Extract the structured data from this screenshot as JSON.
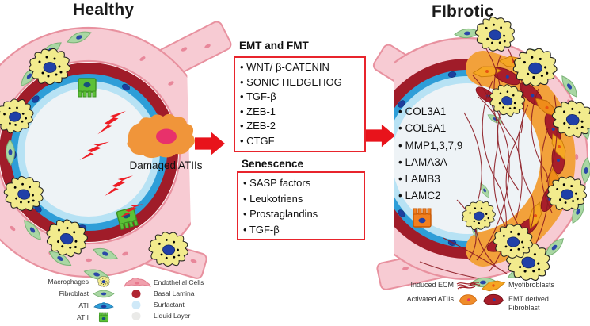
{
  "titles": {
    "healthy": "Healthy",
    "fibrotic": "FIbrotic"
  },
  "damaged_atii_label": "Damaged ATIIs",
  "boxes": {
    "emt": {
      "title": "EMT and FMT",
      "items": [
        "WNT/ β-CATENIN",
        "SONIC HEDGEHOG",
        "TGF-β",
        "ZEB-1",
        "ZEB-2",
        "CTGF"
      ]
    },
    "senescence": {
      "title": "Senescence",
      "items": [
        "SASP factors",
        "Leukotriens",
        "Prostaglandins",
        "TGF-β"
      ]
    }
  },
  "fibrotic_markers": {
    "items": [
      "COL3A1",
      "COL6A1",
      "MMP1,3,7,9",
      "LAMA3A",
      "LAMB3",
      "LAMC2"
    ]
  },
  "legend_left": {
    "items": [
      {
        "label": "Macrophages",
        "icon": "macrophage-icon"
      },
      {
        "label": "Fibroblast",
        "icon": "fibroblast-icon"
      },
      {
        "label": "ATI",
        "icon": "ati-icon"
      },
      {
        "label": "ATII",
        "icon": "atii-icon"
      }
    ]
  },
  "legend_middle": {
    "items": [
      {
        "label": "Endothelial Cells",
        "icon": "endothelial-icon"
      },
      {
        "label": "Basal Lamina",
        "icon": "basal-lamina-swatch",
        "color": "#b02532"
      },
      {
        "label": "Surfactant",
        "icon": "surfactant-swatch",
        "color": "#cfe9f8"
      },
      {
        "label": "Liquid Layer",
        "icon": "liquid-layer-swatch",
        "color": "#eaeae8"
      }
    ]
  },
  "legend_right": {
    "items": [
      {
        "label": "Induced ECM",
        "icon": "induced-ecm-icon"
      },
      {
        "label": "Myofibroblasts",
        "icon": "myofibroblast-icon"
      },
      {
        "label": "Activated ATIIs",
        "icon": "activated-atii-icon"
      },
      {
        "label": "EMT derived Fibroblast",
        "icon": "emt-fibroblast-icon"
      }
    ]
  },
  "colors": {
    "accent_red": "#e8131b",
    "box_border": "#e8242c",
    "bolt_red": "#ed1c24",
    "macrophage_yellow": "#f2eb8d",
    "fibroblast_green": "#a9d7a3",
    "endothelial_pink": "#f7cbd3",
    "basal_lamina_red": "#a01c29",
    "ati_blue": "#2e9ed8",
    "surfactant_blue": "#b7e2f4",
    "liquid_gray": "#eef3f6",
    "atii_green": "#5cc136",
    "activated_atii_orange": "#f07f1f",
    "damaged_atii_orange": "#f0953a",
    "nucleus_blue": "#2040a8",
    "myofibroblast_orange": "#f5a623",
    "emt_fibroblast_red": "#a81e2a",
    "ecm_fiber_red": "#8c1a22"
  }
}
